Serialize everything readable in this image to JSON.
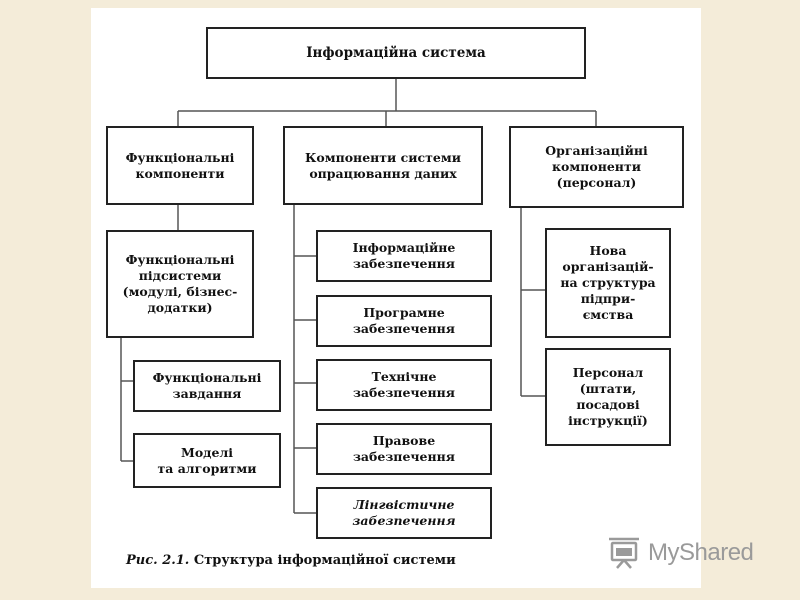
{
  "diagram": {
    "root": {
      "lines": [
        "Інформаційна система"
      ]
    },
    "columns": [
      {
        "header": {
          "lines": [
            "Функціональні",
            "компоненти"
          ]
        },
        "sub": {
          "lines": [
            "Функціональні",
            "підсистеми",
            "(модулі, бізнес-",
            "додатки)"
          ]
        },
        "children": [
          {
            "lines": [
              "Функціональні",
              "завдання"
            ]
          },
          {
            "lines": [
              "Моделі",
              "та алгоритми"
            ]
          }
        ]
      },
      {
        "header": {
          "lines": [
            "Компоненти системи",
            "опрацювання даних"
          ]
        },
        "children": [
          {
            "lines": [
              "Інформаційне",
              "забезпечення"
            ]
          },
          {
            "lines": [
              "Програмне",
              "забезпечення"
            ]
          },
          {
            "lines": [
              "Технічне",
              "забезпечення"
            ]
          },
          {
            "lines": [
              "Правове",
              "забезпечення"
            ]
          },
          {
            "lines": [
              "Лінгвістичне",
              "забезпечення"
            ]
          }
        ]
      },
      {
        "header": {
          "lines": [
            "Організаційні",
            "компоненти",
            "(персонал)"
          ]
        },
        "children": [
          {
            "lines": [
              "Нова",
              "організацій-",
              "на структура",
              "підпри-",
              "ємства"
            ]
          },
          {
            "lines": [
              "Персонал",
              "(штати,",
              "посадові",
              "інструкції)"
            ]
          }
        ]
      }
    ]
  },
  "caption": {
    "prefix": "Рис. 2.1.",
    "text": "Структура інформаційної системи"
  },
  "watermark": {
    "text": "MyShared",
    "icon": "projector-board-icon",
    "color": "#9a9a9a"
  }
}
